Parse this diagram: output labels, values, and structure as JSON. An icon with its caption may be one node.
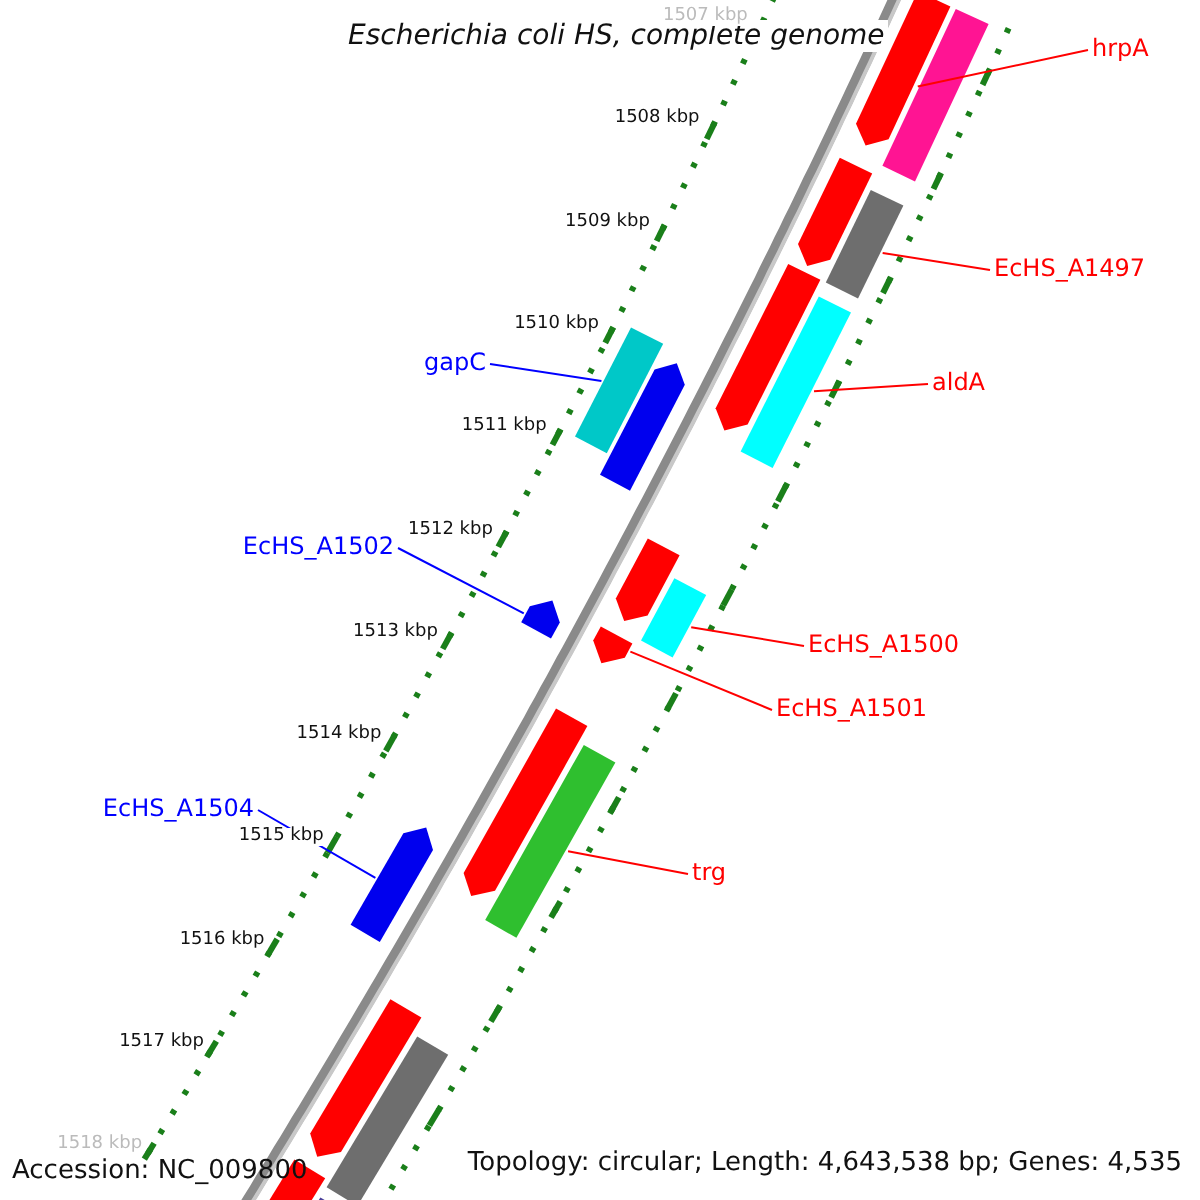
{
  "diagram": {
    "title": "Escherichia coli HS, complete genome",
    "nodes": [
      {
        "text": [
          "hrpA"
        ]
      },
      {
        "text": [],
        "shape": "bar"
      },
      {
        "text": [
          "EcHS_A1497"
        ]
      },
      {
        "text": [],
        "shape": "bar"
      },
      {
        "text": [
          "aldA"
        ]
      },
      {
        "text": [],
        "shape": "bar"
      },
      {
        "text": [
          "gapC"
        ]
      },
      {
        "text": [],
        "shape": "bar"
      },
      {
        "text": [
          "EcHS_A1502"
        ]
      },
      {
        "text": [],
        "shape": "bar"
      },
      {
        "text": [
          "EcHS_A1500"
        ]
      },
      {
        "text": [],
        "shape": "bar"
      },
      {
        "text": [
          "EcHS_A1501"
        ]
      },
      {
        "text": [],
        "shape": "bar"
      },
      {
        "text": [
          "EcHS_A1504"
        ]
      },
      {
        "text": [],
        "shape": "bar"
      },
      {
        "text": [
          "trg"
        ]
      },
      {
        "text": [],
        "shape": "bar"
      },
      {
        "text": [],
        "shape": "bar"
      },
      {
        "text": [],
        "shape": "bar"
      },
      {
        "text": [],
        "shape": "bar"
      },
      {
        "text": [],
        "shape": "bar"
      },
      {
        "text": [],
        "shape": "bar"
      },
      {
        "text": [],
        "shape": "bar"
      },
      {
        "text": [],
        "shape": "bar"
      },
      {
        "text": [],
        "shape": "bar"
      },
      {
        "text": [],
        "shape": "bar"
      },
      {
        "text": [],
        "shape": "bar"
      }
    ],
    "edges": [
      {
        "from": 0,
        "to": 1,
        "arrow": "none"
      },
      {
        "from": 2,
        "to": 3,
        "arrow": "none"
      },
      {
        "from": 4,
        "to": 5,
        "arrow": "none"
      },
      {
        "from": 6,
        "to": 7,
        "arrow": "none",
        "color": "#0000ff"
      },
      {
        "from": 8,
        "to": 9,
        "arrow": "none",
        "color": "#0000ff"
      },
      {
        "from": 10,
        "to": 11,
        "arrow": "none"
      },
      {
        "from": 12,
        "to": 13,
        "arrow": "none"
      },
      {
        "from": 14,
        "to": 15,
        "arrow": "none",
        "color": "#0000ff"
      },
      {
        "from": 16,
        "to": 17,
        "arrow": "none"
      }
    ],
    "labels": [
      "1507 kbp",
      "1508 kbp",
      "1509 kbp",
      "1510 kbp",
      "1511 kbp",
      "1512 kbp",
      "1513 kbp",
      "1514 kbp",
      "1515 kbp",
      "1516 kbp",
      "1517 kbp",
      "1518 kbp",
      "Accession: NC_009800",
      "Topology: circular; Length: 4,643,538 bp; Genes: 4,535"
    ]
  }
}
